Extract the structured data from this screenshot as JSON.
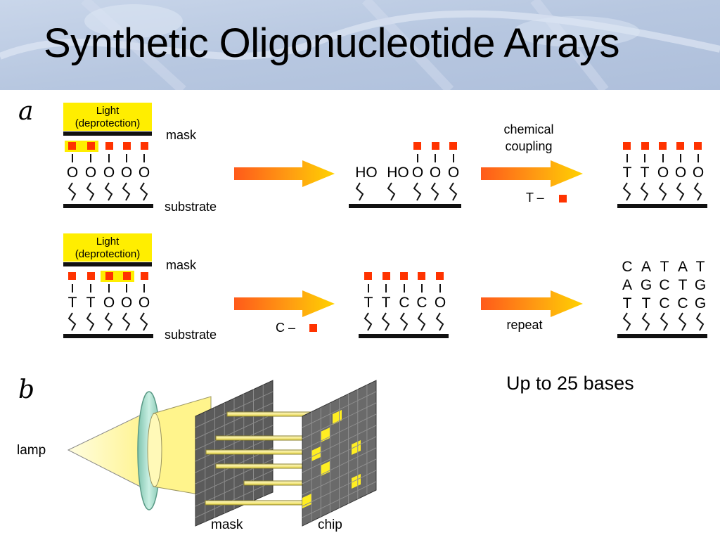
{
  "slide": {
    "title": "Synthetic Oligonucleotide Arrays",
    "note": "Up to 25 bases"
  },
  "panel_a": {
    "label": "a",
    "row1": {
      "light_box": [
        "Light",
        "(deprotection)"
      ],
      "mask_label": "mask",
      "substrate_label": "substrate",
      "step1_groups": [
        "O",
        "O",
        "O",
        "O",
        "O"
      ],
      "step2_groups": [
        "HO",
        "HO",
        "O",
        "O",
        "O"
      ],
      "coupling_label": [
        "chemical",
        "coupling"
      ],
      "reagent": "T –",
      "step3_groups": [
        "T",
        "T",
        "O",
        "O",
        "O"
      ]
    },
    "row2": {
      "light_box": [
        "Light",
        "(deprotection)"
      ],
      "mask_label": "mask",
      "substrate_label": "substrate",
      "step1_groups": [
        "T",
        "T",
        "O",
        "O",
        "O"
      ],
      "reagent": "C –",
      "step2_groups": [
        "T",
        "T",
        "C",
        "C",
        "O"
      ],
      "repeat_label": "repeat",
      "result_rows": [
        [
          "C",
          "A",
          "T",
          "A",
          "T"
        ],
        [
          "A",
          "G",
          "C",
          "T",
          "G"
        ],
        [
          "T",
          "T",
          "C",
          "C",
          "G"
        ]
      ]
    }
  },
  "panel_b": {
    "label": "b",
    "lamp_label": "lamp",
    "mask_label": "mask",
    "chip_label": "chip"
  },
  "colors": {
    "light_box": "#ffee00",
    "protecting_group": "#ff3300",
    "arrow_start": "#ff5a1a",
    "arrow_end": "#ffd200",
    "mask_grid": "#555555",
    "chip_grid": "#666666",
    "lit_square": "#ffee22",
    "beam": "#fff9a8",
    "lens": "#9fd6c0"
  }
}
